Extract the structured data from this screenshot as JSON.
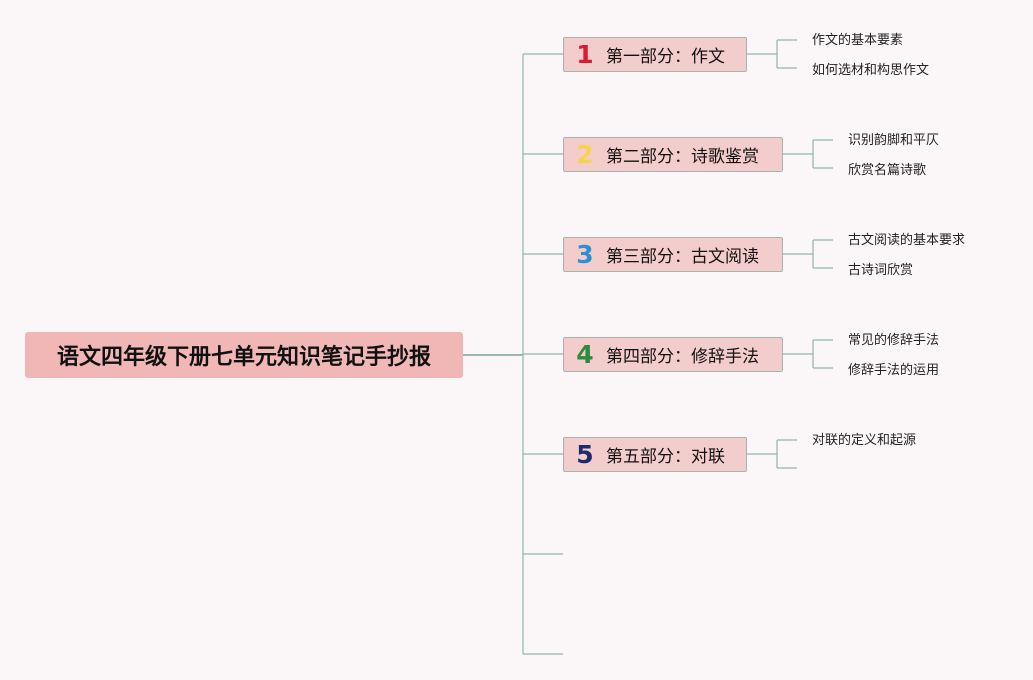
{
  "root": {
    "title": "语文四年级下册七单元知识笔记手抄报"
  },
  "sections": [
    {
      "number": "1",
      "number_color": "#d81e2c",
      "title": "第一部分：作文",
      "items": [
        "作文的基本要素",
        "如何选材和构思作文"
      ]
    },
    {
      "number": "2",
      "number_color": "#f6d44a",
      "title": "第二部分：诗歌鉴赏",
      "items": [
        "识别韵脚和平仄",
        "欣赏名篇诗歌"
      ]
    },
    {
      "number": "3",
      "number_color": "#2f8fd5",
      "title": "第三部分：古文阅读",
      "items": [
        "古文阅读的基本要求",
        "古诗词欣赏"
      ]
    },
    {
      "number": "4",
      "number_color": "#2e8b3e",
      "title": "第四部分：修辞手法",
      "items": [
        "常见的修辞手法",
        "修辞手法的运用"
      ]
    },
    {
      "number": "5",
      "number_color": "#1f2a6e",
      "title": "第五部分：对联",
      "items": [
        "对联的定义和起源",
        ""
      ]
    }
  ],
  "colors": {
    "line": "#8fb7a6",
    "trunk": "#7aa293",
    "root_bg": "#f1b7b6",
    "section_bg": "#f3cdcb"
  }
}
